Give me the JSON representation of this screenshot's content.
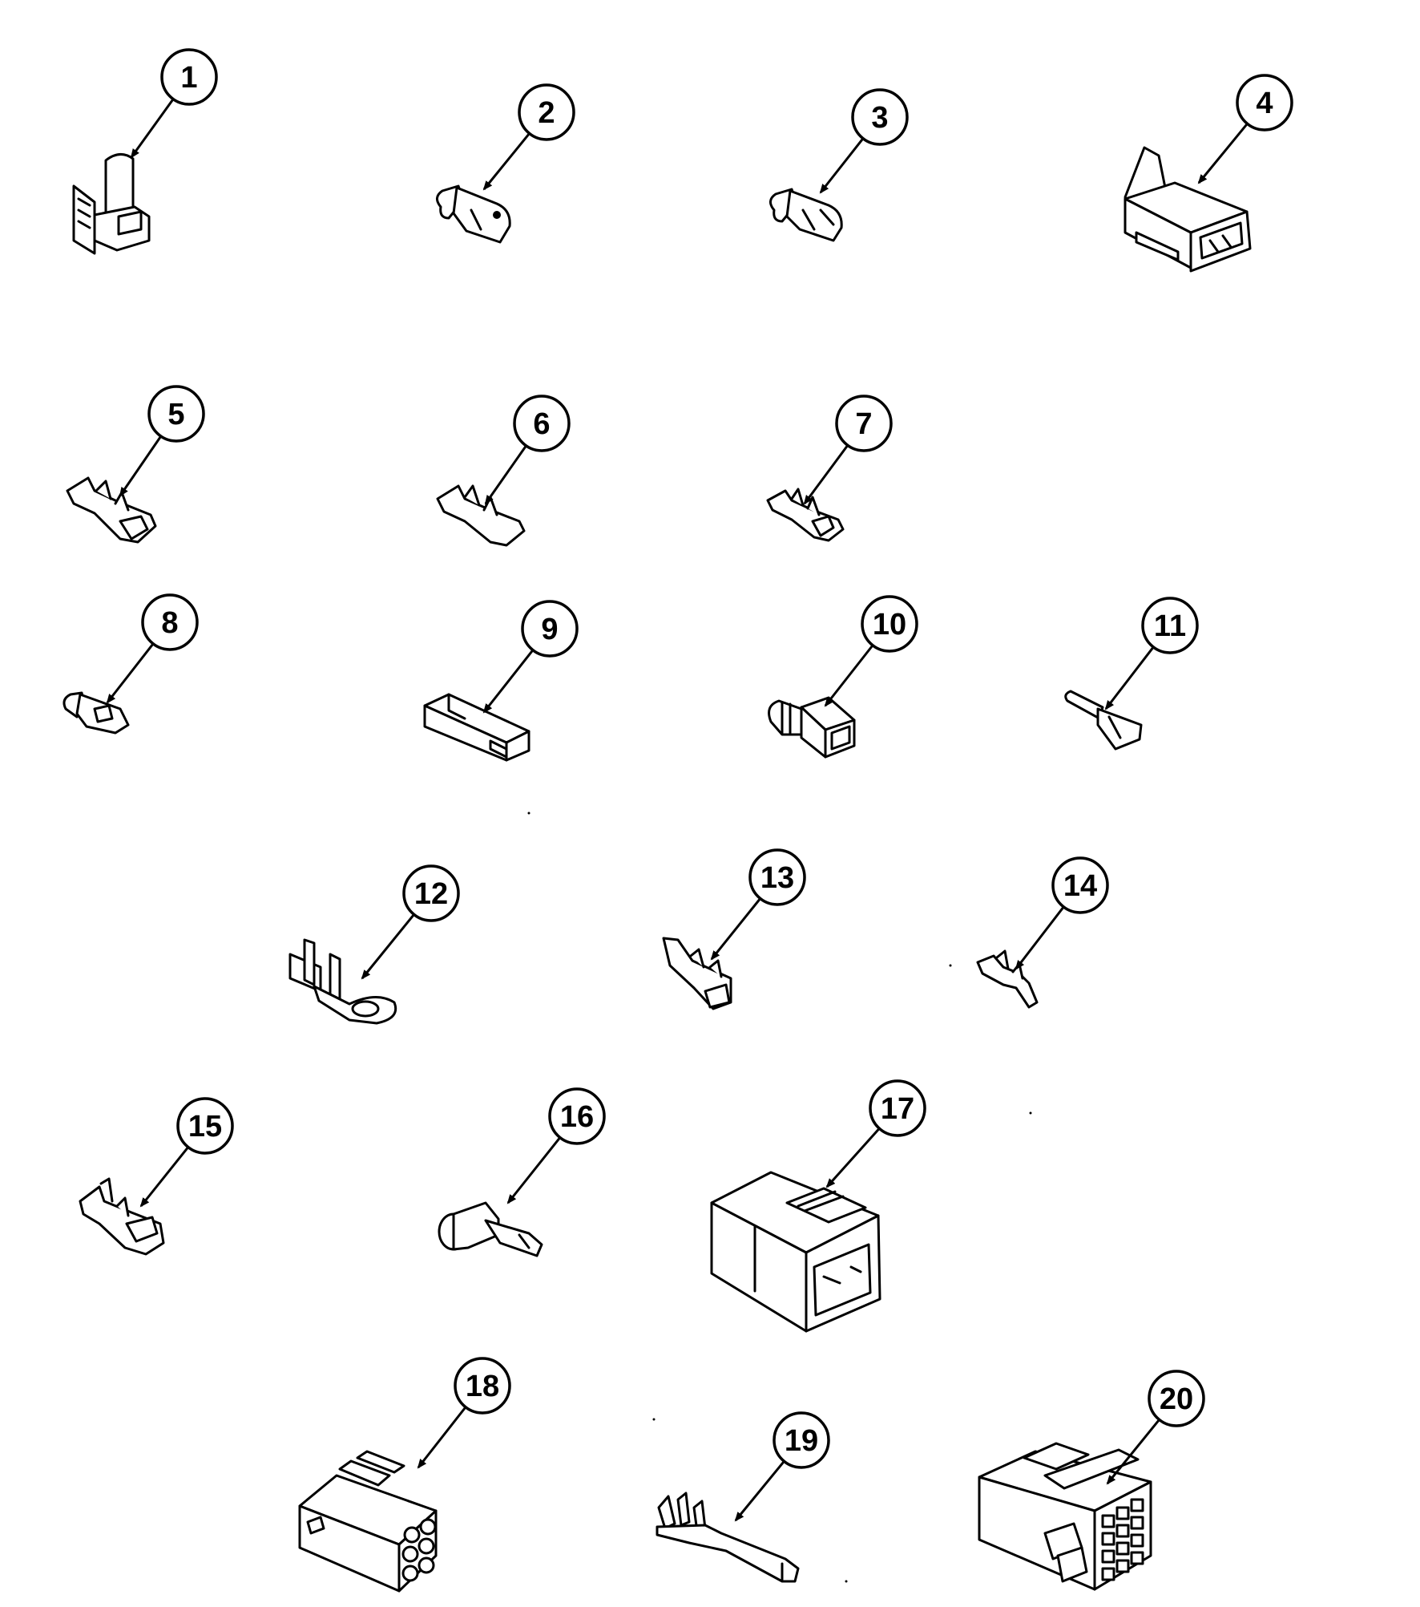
{
  "callouts": [
    {
      "id": "1",
      "label": "1"
    },
    {
      "id": "2",
      "label": "2"
    },
    {
      "id": "3",
      "label": "3"
    },
    {
      "id": "4",
      "label": "4"
    },
    {
      "id": "5",
      "label": "5"
    },
    {
      "id": "6",
      "label": "6"
    },
    {
      "id": "7",
      "label": "7"
    },
    {
      "id": "8",
      "label": "8"
    },
    {
      "id": "9",
      "label": "9"
    },
    {
      "id": "10",
      "label": "10"
    },
    {
      "id": "11",
      "label": "11"
    },
    {
      "id": "12",
      "label": "12"
    },
    {
      "id": "13",
      "label": "13"
    },
    {
      "id": "14",
      "label": "14"
    },
    {
      "id": "15",
      "label": "15"
    },
    {
      "id": "16",
      "label": "16"
    },
    {
      "id": "17",
      "label": "17"
    },
    {
      "id": "18",
      "label": "18"
    },
    {
      "id": "19",
      "label": "19"
    },
    {
      "id": "20",
      "label": "20"
    }
  ],
  "colors": {
    "ink": "#000000",
    "paper": "#ffffff"
  }
}
